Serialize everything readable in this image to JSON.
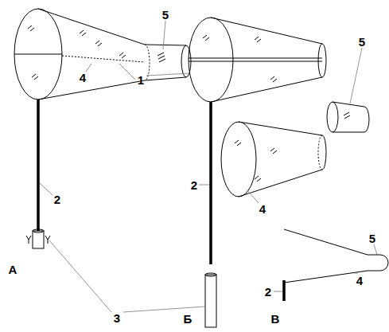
{
  "diagram": {
    "labels": [
      "5",
      "4",
      "1",
      "5",
      "2",
      "2",
      "4",
      "3",
      "А",
      "Б",
      "В",
      "2",
      "4",
      "5"
    ]
  }
}
